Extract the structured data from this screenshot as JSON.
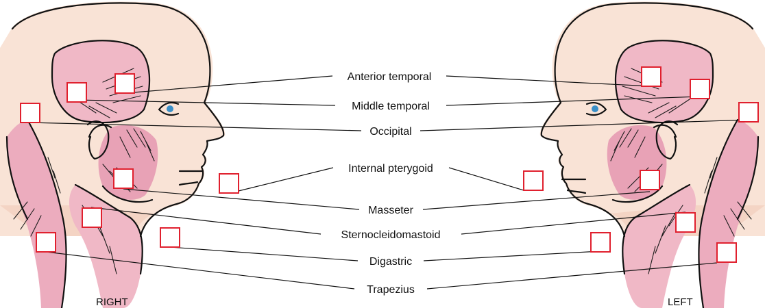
{
  "labels": {
    "anterior_temporal": "Anterior temporal",
    "middle_temporal": "Middle temporal",
    "occipital": "Occipital",
    "internal_pterygoid": "Internal pterygoid",
    "masseter": "Masseter",
    "sternocleidomastoid": "Sternocleidomastoid",
    "digastric": "Digastric",
    "trapezius": "Trapezius"
  },
  "sides": {
    "right": "RIGHT",
    "left": "LEFT"
  },
  "colors": {
    "skin": "#f9e3d6",
    "muscle": "#f0b8c6",
    "muscle_dark": "#e59aae",
    "marker_border": "#e0202e",
    "eye": "#3a8fc8",
    "ink": "#111111"
  }
}
